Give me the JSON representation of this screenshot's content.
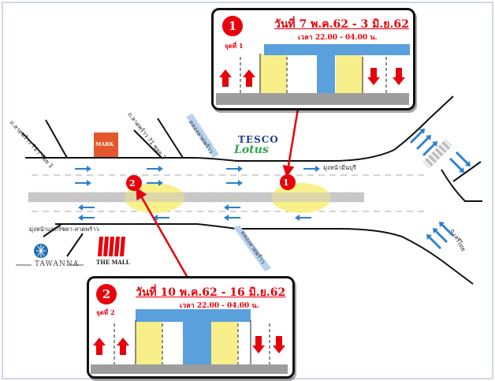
{
  "map": {
    "road_labels": {
      "soi_left": "ถ.ลาดพร้าว 71 / ซอย 1",
      "soi_mid": "ถ.ลาดพร้าว 71 ซอย 2",
      "canal_top": "คลองลาดพร้าว",
      "canal_bottom": "คลองลาดพร้าว",
      "to_minburi": "มุ่งหน้ามีนบุรี",
      "to_lad_phrao": "มุ่งหน้าแยกรัชดา-ลาดพร้าว",
      "side_right": "ถ.เสรีไทย"
    },
    "landmarks": {
      "mark": "MARK",
      "tesco": "TESCO",
      "lotus": "Lotus",
      "tawanna": "TAWANNA",
      "the_mall": "THE MALL"
    },
    "markers": [
      {
        "number": "1"
      },
      {
        "number": "2"
      }
    ]
  },
  "panel_1": {
    "number": "1",
    "title": "วันที่ 7 พ.ค.62 - 3 มิ.ย.62",
    "time": "เวลา 22.00 - 04.00 น.",
    "point_label": "จุดที่ 1"
  },
  "panel_2": {
    "number": "2",
    "title": "วันที่ 10 พ.ค.62 - 16 มิ.ย.62",
    "time": "เวลา 22.00 - 04.00 น.",
    "point_label": "จุดที่ 2"
  },
  "colors": {
    "accent_red": "#e8000b",
    "arrow_blue": "#2a7fd1",
    "work_zone_yellow": "#f7ef7d",
    "structure_blue": "#5aa0dc",
    "lane_yellow": "#f8ef8a"
  }
}
